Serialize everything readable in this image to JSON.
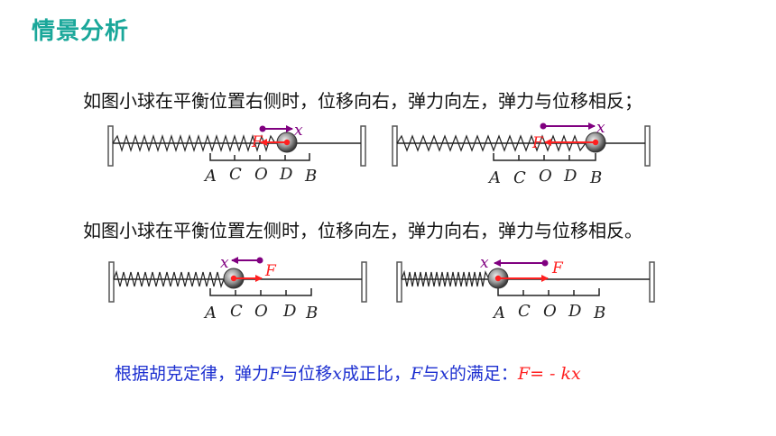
{
  "title": "情景分析",
  "scenario_right": "如图小球在平衡位置右侧时，位移向右，弹力向左，弹力与位移相反；",
  "scenario_left": "如图小球在平衡位置左侧时，位移向左，弹力向右，弹力与位移相反。",
  "law": {
    "t1": "根据胡克定律，弹力",
    "F": "F",
    "t2": "与位移",
    "x": "x",
    "t3": "成正比，",
    "F2": "F",
    "t4": "与",
    "x2": "x",
    "t5": "的满足：",
    "formula": "F= - kx"
  },
  "diagram_labels": {
    "A": "A",
    "C": "C",
    "O": "O",
    "D": "D",
    "B": "B",
    "force": "F",
    "displacement": "x"
  },
  "colors": {
    "title": "#1aa79a",
    "law_text": "#1c2fd0",
    "force": "#ff2020",
    "displacement": "#800080"
  }
}
